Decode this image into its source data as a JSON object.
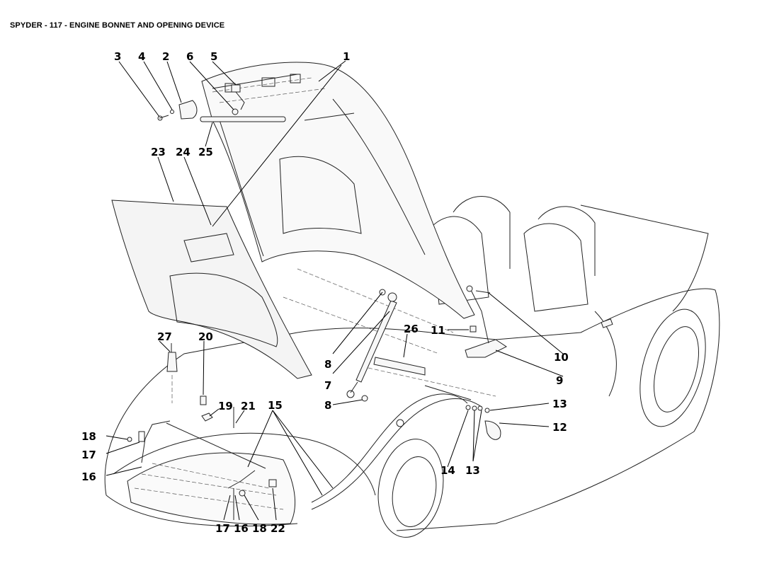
{
  "title": "SPYDER - 117 - ENGINE BONNET AND OPENING DEVICE",
  "callouts": [
    {
      "id": "c1",
      "label": "1"
    },
    {
      "id": "c2",
      "label": "2"
    },
    {
      "id": "c3",
      "label": "3"
    },
    {
      "id": "c4",
      "label": "4"
    },
    {
      "id": "c5",
      "label": "5"
    },
    {
      "id": "c6",
      "label": "6"
    },
    {
      "id": "c7",
      "label": "7"
    },
    {
      "id": "c8a",
      "label": "8"
    },
    {
      "id": "c8b",
      "label": "8"
    },
    {
      "id": "c9",
      "label": "9"
    },
    {
      "id": "c10",
      "label": "10"
    },
    {
      "id": "c11",
      "label": "11"
    },
    {
      "id": "c12",
      "label": "12"
    },
    {
      "id": "c13a",
      "label": "13"
    },
    {
      "id": "c13b",
      "label": "13"
    },
    {
      "id": "c14",
      "label": "14"
    },
    {
      "id": "c15",
      "label": "15"
    },
    {
      "id": "c16a",
      "label": "16"
    },
    {
      "id": "c16b",
      "label": "16"
    },
    {
      "id": "c17a",
      "label": "17"
    },
    {
      "id": "c17b",
      "label": "17"
    },
    {
      "id": "c18a",
      "label": "18"
    },
    {
      "id": "c18b",
      "label": "18"
    },
    {
      "id": "c19",
      "label": "19"
    },
    {
      "id": "c20",
      "label": "20"
    },
    {
      "id": "c21",
      "label": "21"
    },
    {
      "id": "c22",
      "label": "22"
    },
    {
      "id": "c23",
      "label": "23"
    },
    {
      "id": "c24",
      "label": "24"
    },
    {
      "id": "c25",
      "label": "25"
    },
    {
      "id": "c26",
      "label": "26"
    },
    {
      "id": "c27",
      "label": "27"
    }
  ]
}
